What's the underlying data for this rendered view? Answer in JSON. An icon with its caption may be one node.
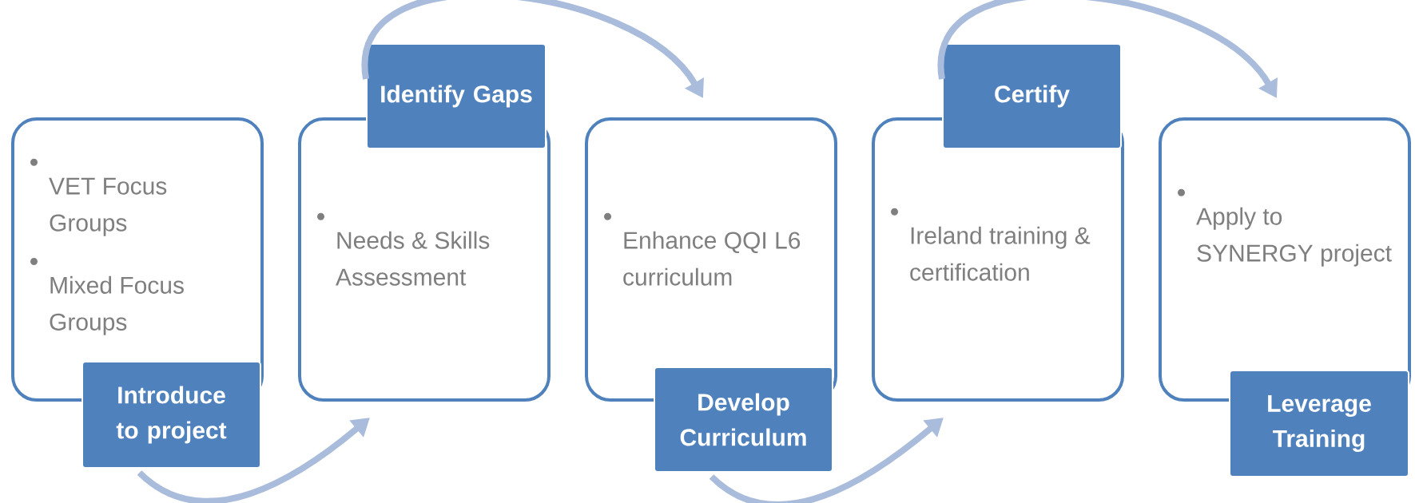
{
  "diagram": {
    "nodes": [
      {
        "text": [
          "VET Focus Groups",
          "Mixed Focus Groups"
        ]
      },
      {
        "text": [
          "Introduce to project"
        ]
      },
      {
        "text": [
          "Needs & Skills Assessment"
        ]
      },
      {
        "text": [
          "Identify Gaps"
        ]
      },
      {
        "text": [
          "Enhance QQI L6 curriculum"
        ]
      },
      {
        "text": [
          "Develop Curriculum"
        ]
      },
      {
        "text": [
          "Ireland training & certification"
        ]
      },
      {
        "text": [
          "Certify"
        ]
      },
      {
        "text": [
          "Apply to SYNERGY project"
        ]
      },
      {
        "text": [
          "Leverage Training"
        ]
      }
    ],
    "edges": [
      {
        "from": 1,
        "to": 2,
        "arrow": "to"
      },
      {
        "from": 3,
        "to": 4,
        "arrow": "to"
      },
      {
        "from": 5,
        "to": 6,
        "arrow": "to"
      },
      {
        "from": 7,
        "to": 8,
        "arrow": "to"
      }
    ]
  }
}
